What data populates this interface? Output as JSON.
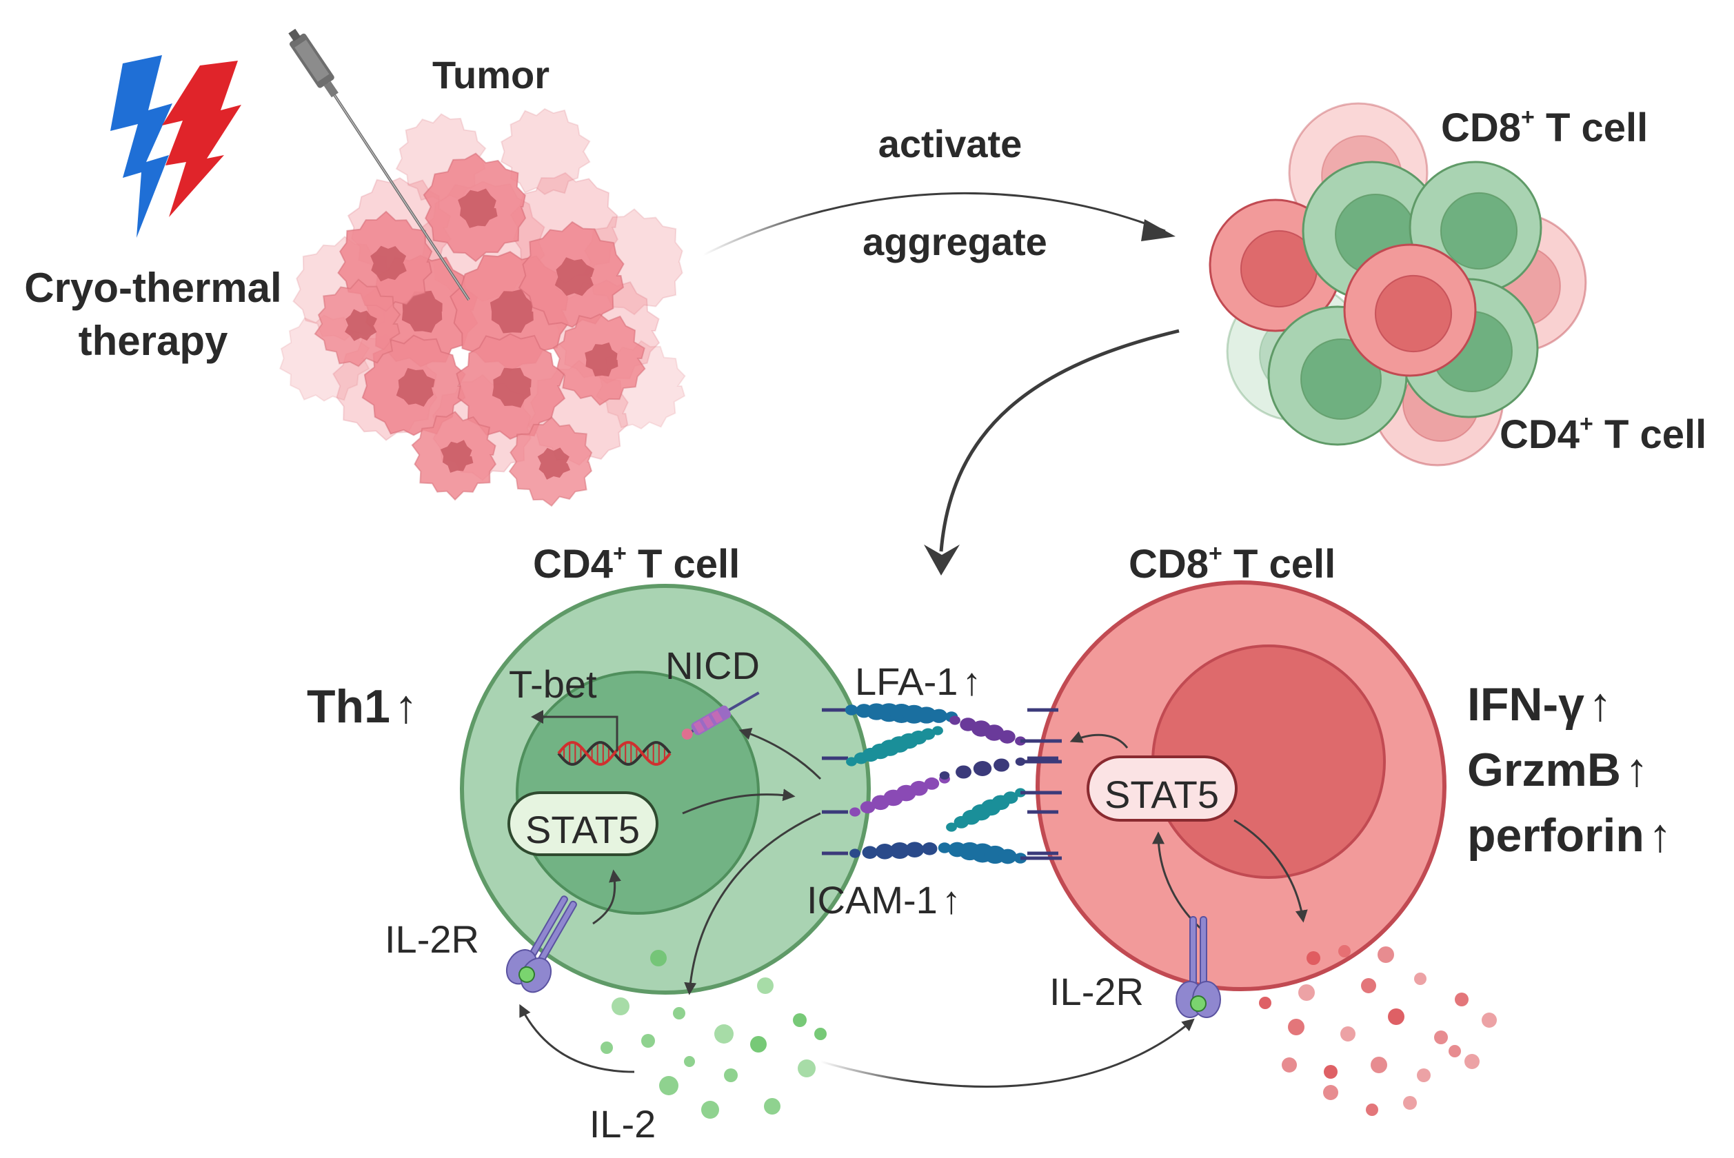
{
  "labels": {
    "therapy_line1": "Cryo-thermal",
    "therapy_line2": "therapy",
    "tumor": "Tumor",
    "activate": "activate",
    "aggregate": "aggregate",
    "cluster_cd8": "CD8",
    "cluster_cd8_tail": " T cell",
    "cluster_cd4": "CD4",
    "cluster_cd4_tail": " T cell",
    "cd4_cell_title": "CD4",
    "cd4_cell_title_tail": " T cell",
    "cd8_cell_title": "CD8",
    "cd8_cell_title_tail": " T cell",
    "sup_plus": "+",
    "th1": "Th1",
    "up_arrow": "↑",
    "tbet": "T-bet",
    "nicd": "NICD",
    "stat5_cd4": "STAT5",
    "stat5_cd8": "STAT5",
    "lfa1": "LFA-1",
    "icam1": "ICAM-1",
    "il2r_left": "IL-2R",
    "il2r_right": "IL-2R",
    "il2": "IL-2",
    "ifng": "IFN-γ",
    "grzmb": "GrzmB",
    "perforin": "perforin"
  },
  "colors": {
    "text": "#2a2a2a",
    "arrow": "#3c3c3c",
    "green_outer": "#a9d3b2",
    "green_border": "#5f9a67",
    "green_inner": "#72b384",
    "green_inner_border": "#4f8f5c",
    "red_outer": "#f29a9a",
    "red_border": "#c14a52",
    "red_inner": "#de6a6c",
    "tumor_cell": "#f08a92",
    "tumor_nucleus": "#c85a64",
    "bolt_blue": "#1f6fd6",
    "bolt_red": "#e0242a",
    "receptor": "#8f87cf",
    "linker_dark": "#3b3a7a",
    "teal": "#1a8f99",
    "purple": "#8a4ab5",
    "il2_green": "#5fbf5f",
    "cytokine_red": "#d9464c",
    "stat5_cd4_fill": "#e6f4e0",
    "stat5_cd8_fill": "#fbe3e4"
  },
  "icons": [
    "lightning-bolt-blue-icon",
    "lightning-bolt-red-icon",
    "cryo-needle-icon",
    "dna-helix-icon",
    "notch-receptor-icon",
    "il2-receptor-icon"
  ]
}
